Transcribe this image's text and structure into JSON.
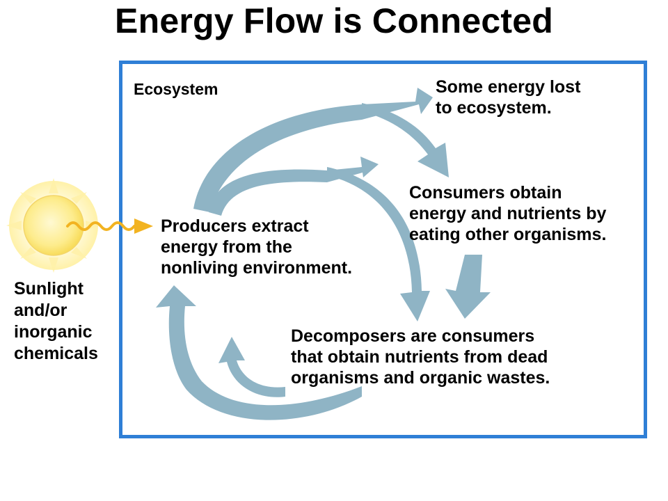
{
  "title": "Energy Flow is Connected",
  "ecosystem_label": "Ecosystem",
  "nodes": {
    "energy_lost": "Some energy lost\nto ecosystem.",
    "consumers": "Consumers obtain\nenergy and nutrients by\neating other organisms.",
    "producers": "Producers extract\nenergy from the\nnonliving environment.",
    "decomposers": "Decomposers are consumers\nthat obtain nutrients from dead\norganisms and organic wastes.",
    "source": "Sunlight\nand/or\ninorganic\nchemicals"
  },
  "icons": {
    "sun": "sun-icon",
    "energy_wave": "wavy-energy-arrow-icon"
  },
  "colors": {
    "box_border": "#2f7fd6",
    "flow_arrow": "#8fb4c5",
    "sun_core": "#fde98a",
    "sun_glow": "#fff4b0",
    "energy_wave": "#f2b321"
  }
}
